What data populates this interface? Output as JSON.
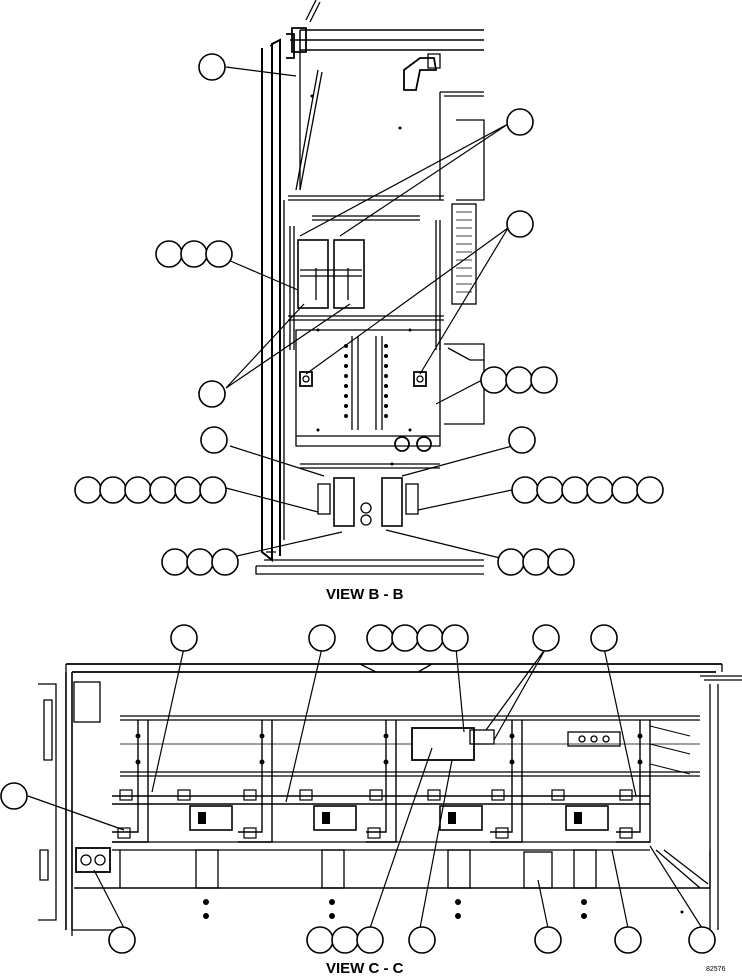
{
  "figure": {
    "view_b_title": "VIEW B - B",
    "view_c_title": "VIEW C - C",
    "figure_number": "82576"
  },
  "colors": {
    "ink": "#000000",
    "paper": "#ffffff"
  },
  "callouts": {
    "view_b": [
      {
        "id": "b1",
        "bubbles": 1
      },
      {
        "id": "b2",
        "bubbles": 1
      },
      {
        "id": "b3",
        "bubbles": 3
      },
      {
        "id": "b4",
        "bubbles": 1
      },
      {
        "id": "b5",
        "bubbles": 1
      },
      {
        "id": "b6",
        "bubbles": 3
      },
      {
        "id": "b7",
        "bubbles": 1
      },
      {
        "id": "b8",
        "bubbles": 1
      },
      {
        "id": "b9",
        "bubbles": 6
      },
      {
        "id": "b10",
        "bubbles": 6
      },
      {
        "id": "b11",
        "bubbles": 3
      },
      {
        "id": "b12",
        "bubbles": 3
      }
    ],
    "view_c": [
      {
        "id": "c1",
        "bubbles": 1
      },
      {
        "id": "c2",
        "bubbles": 1
      },
      {
        "id": "c3",
        "bubbles": 4
      },
      {
        "id": "c4",
        "bubbles": 1
      },
      {
        "id": "c5",
        "bubbles": 1
      },
      {
        "id": "c6",
        "bubbles": 1
      },
      {
        "id": "c7",
        "bubbles": 1
      },
      {
        "id": "c8",
        "bubbles": 3
      },
      {
        "id": "c9",
        "bubbles": 1
      },
      {
        "id": "c10",
        "bubbles": 1
      },
      {
        "id": "c11",
        "bubbles": 1
      },
      {
        "id": "c12",
        "bubbles": 1
      }
    ]
  }
}
